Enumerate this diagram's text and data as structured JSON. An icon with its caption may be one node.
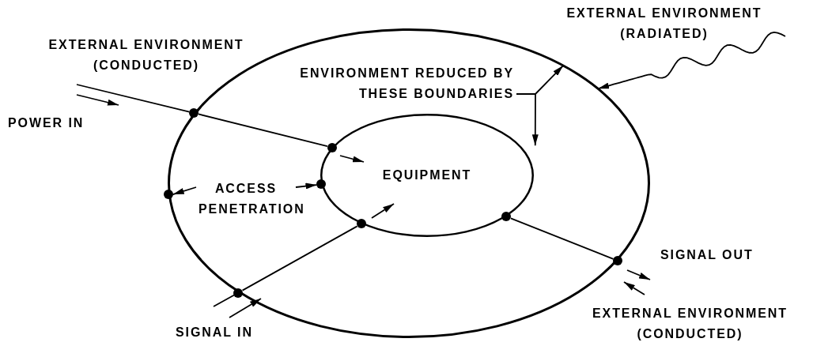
{
  "diagram": {
    "nodes": [
      {
        "text": [],
        "shape": "ellipse"
      },
      {
        "text": [
          "EQUIPMENT"
        ],
        "in": 0
      },
      {
        "text": [
          "ENVIRONMENT REDUCED BY THESE BOUNDARIES"
        ],
        "in": 0
      },
      {
        "text": [
          "ACCESS PENETRATION"
        ],
        "in": 0
      },
      {
        "text": [
          "EXTERNAL ENVIRONMENT (RADIATED)"
        ]
      },
      {
        "text": [],
        "shape": "circle"
      },
      {
        "text": [],
        "shape": "circle"
      },
      {
        "text": [],
        "shape": "circle"
      },
      {
        "text": [],
        "shape": "circle",
        "in": 0
      },
      {
        "text": [],
        "shape": "circle",
        "in": 0
      },
      {
        "text": [],
        "shape": "circle",
        "in": 0
      },
      {
        "text": [],
        "shape": "circle",
        "in": 0
      },
      {
        "text": [],
        "shape": "circle"
      }
    ],
    "edges": [
      {
        "from": null,
        "to": 6,
        "arrow": "none"
      },
      {
        "from": 6,
        "to": 9,
        "arrow": "none"
      },
      {
        "from": null,
        "to": 7,
        "arrow": "none"
      },
      {
        "from": 7,
        "to": 10,
        "arrow": "none"
      },
      {
        "from": 11,
        "to": 12,
        "arrow": "none"
      },
      {
        "from": 3,
        "to": 5,
        "arrow": "to"
      },
      {
        "from": 3,
        "to": 8,
        "arrow": "to"
      },
      {
        "from": 2,
        "to": 0,
        "arrow": "to"
      },
      {
        "from": 2,
        "to": 1,
        "arrow": "to"
      },
      {
        "from": 4,
        "to": 0,
        "arrow": "to"
      }
    ],
    "labels": [
      "EXTERNAL ENVIRONMENT (CONDUCTED)",
      "POWER IN",
      "SIGNAL OUT",
      "EXTERNAL ENVIRONMENT (CONDUCTED)",
      "SIGNAL IN"
    ]
  }
}
